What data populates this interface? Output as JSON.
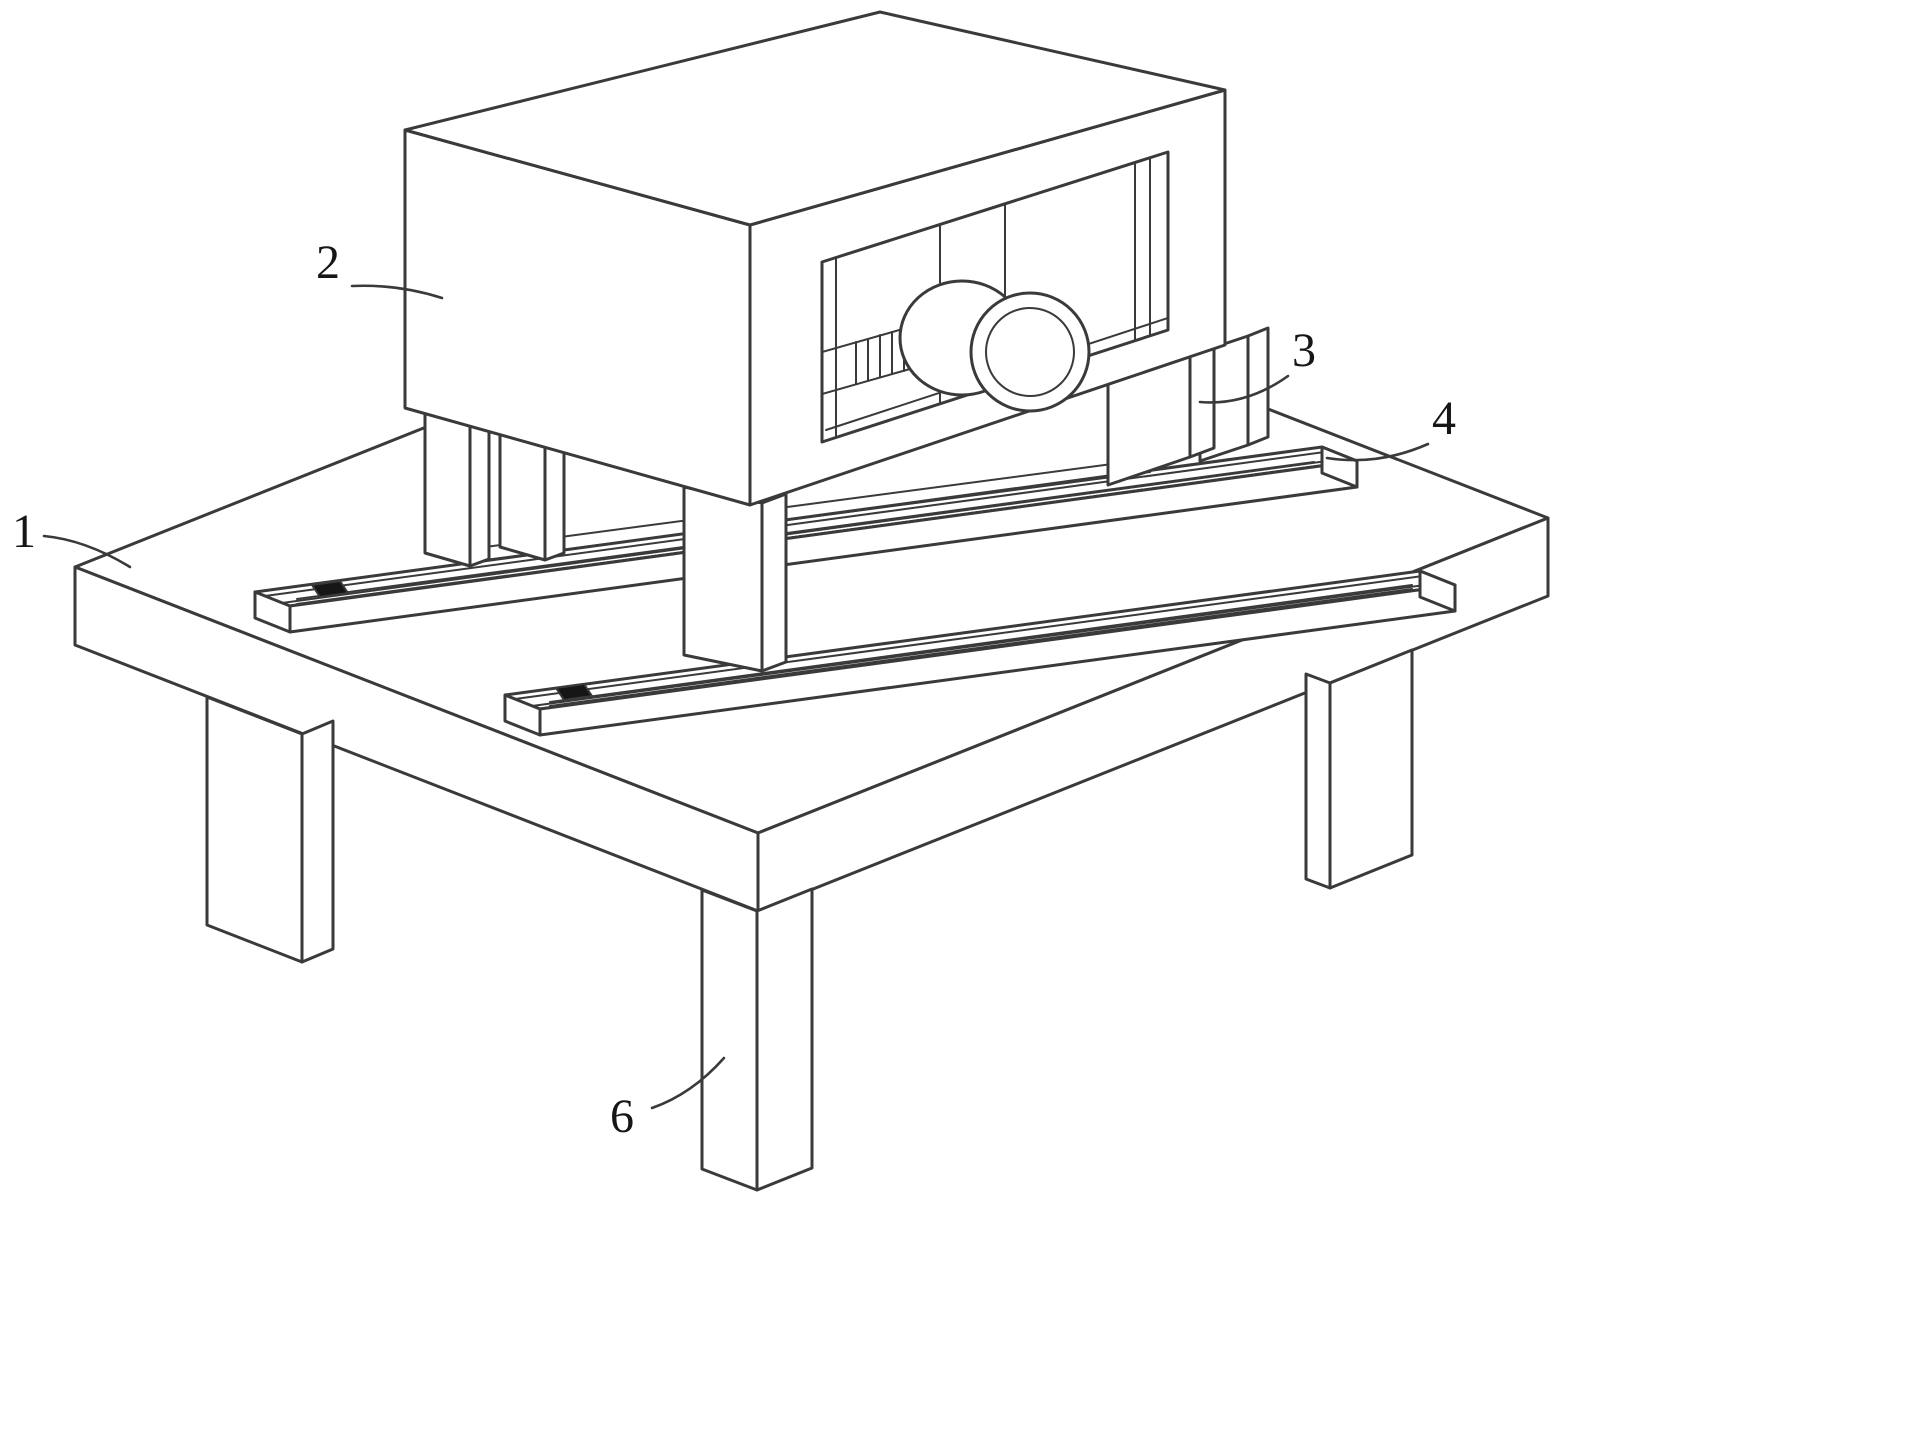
{
  "figure": {
    "background_color": "#ffffff",
    "line_color": "#3a3a3a",
    "label_color": "#161616",
    "slider_color": "#161616",
    "labels": [
      "1",
      "2",
      "3",
      "4",
      "6"
    ]
  }
}
